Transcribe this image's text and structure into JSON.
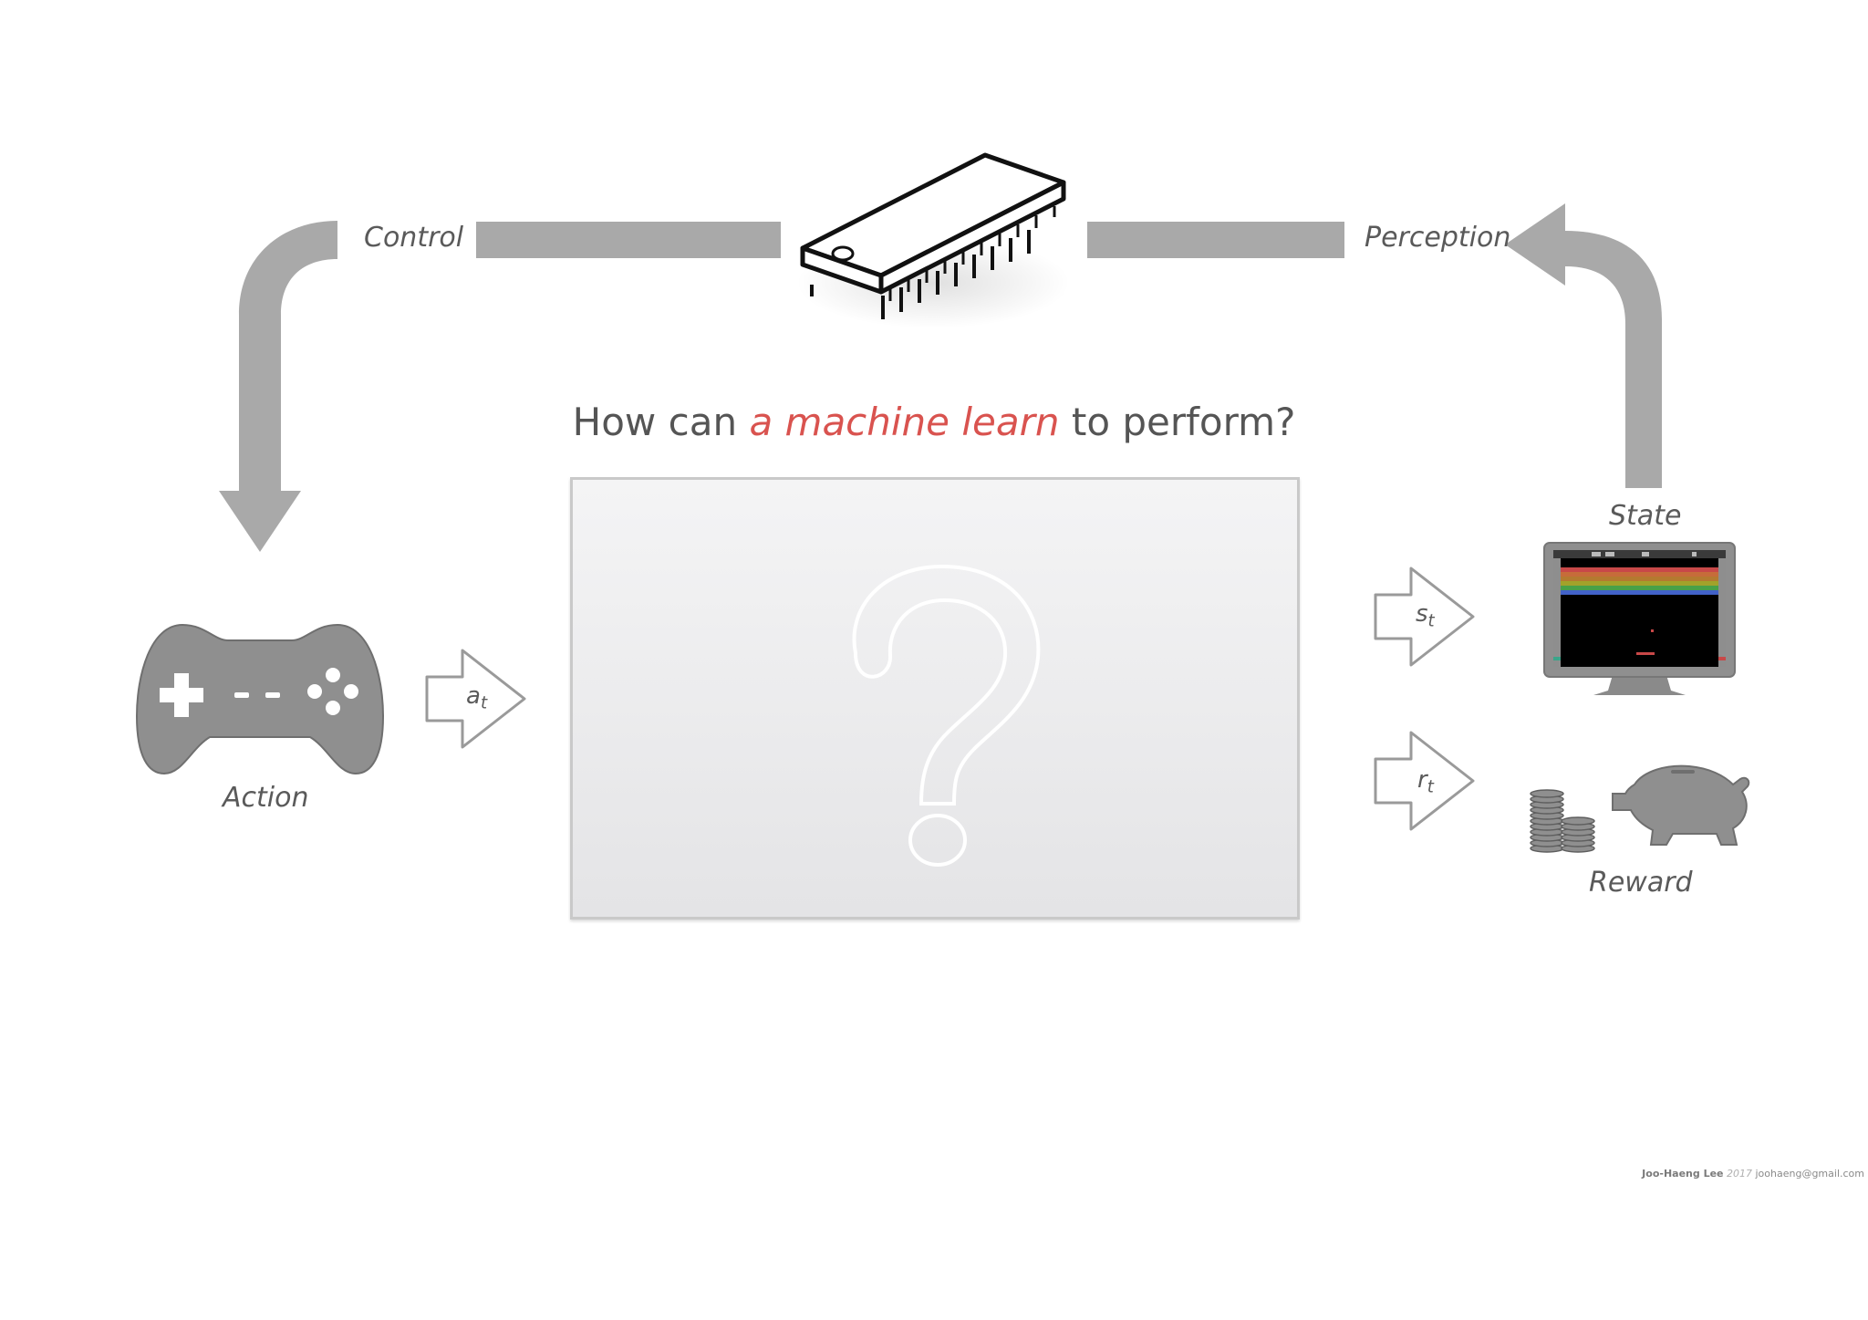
{
  "headline": {
    "prefix": "How can",
    "highlight": "a machine learn",
    "suffix": "to perform?",
    "highlight_color": "#d9534f"
  },
  "labels": {
    "control": "Control",
    "perception": "Perception",
    "state": "State",
    "action": "Action",
    "reward": "Reward"
  },
  "signals": {
    "action_symbol": "a",
    "action_subscript": "t",
    "state_symbol": "s",
    "state_subscript": "t",
    "reward_symbol": "r",
    "reward_subscript": "t"
  },
  "icons": {
    "chip": "chip-icon",
    "gamepad": "gamepad-icon",
    "monitor": "monitor-icon",
    "coins": "coins-icon",
    "piggy_bank": "piggy-bank-icon",
    "question_mark": "question-mark-icon"
  },
  "colors": {
    "arrow_gray": "#a9a9a9",
    "icon_gray": "#8f8f8f",
    "text_gray": "#5a5a5a"
  },
  "footer": {
    "author": "Joo-Haeng Lee",
    "year": "2017",
    "email": "joohaeng@gmail.com"
  }
}
